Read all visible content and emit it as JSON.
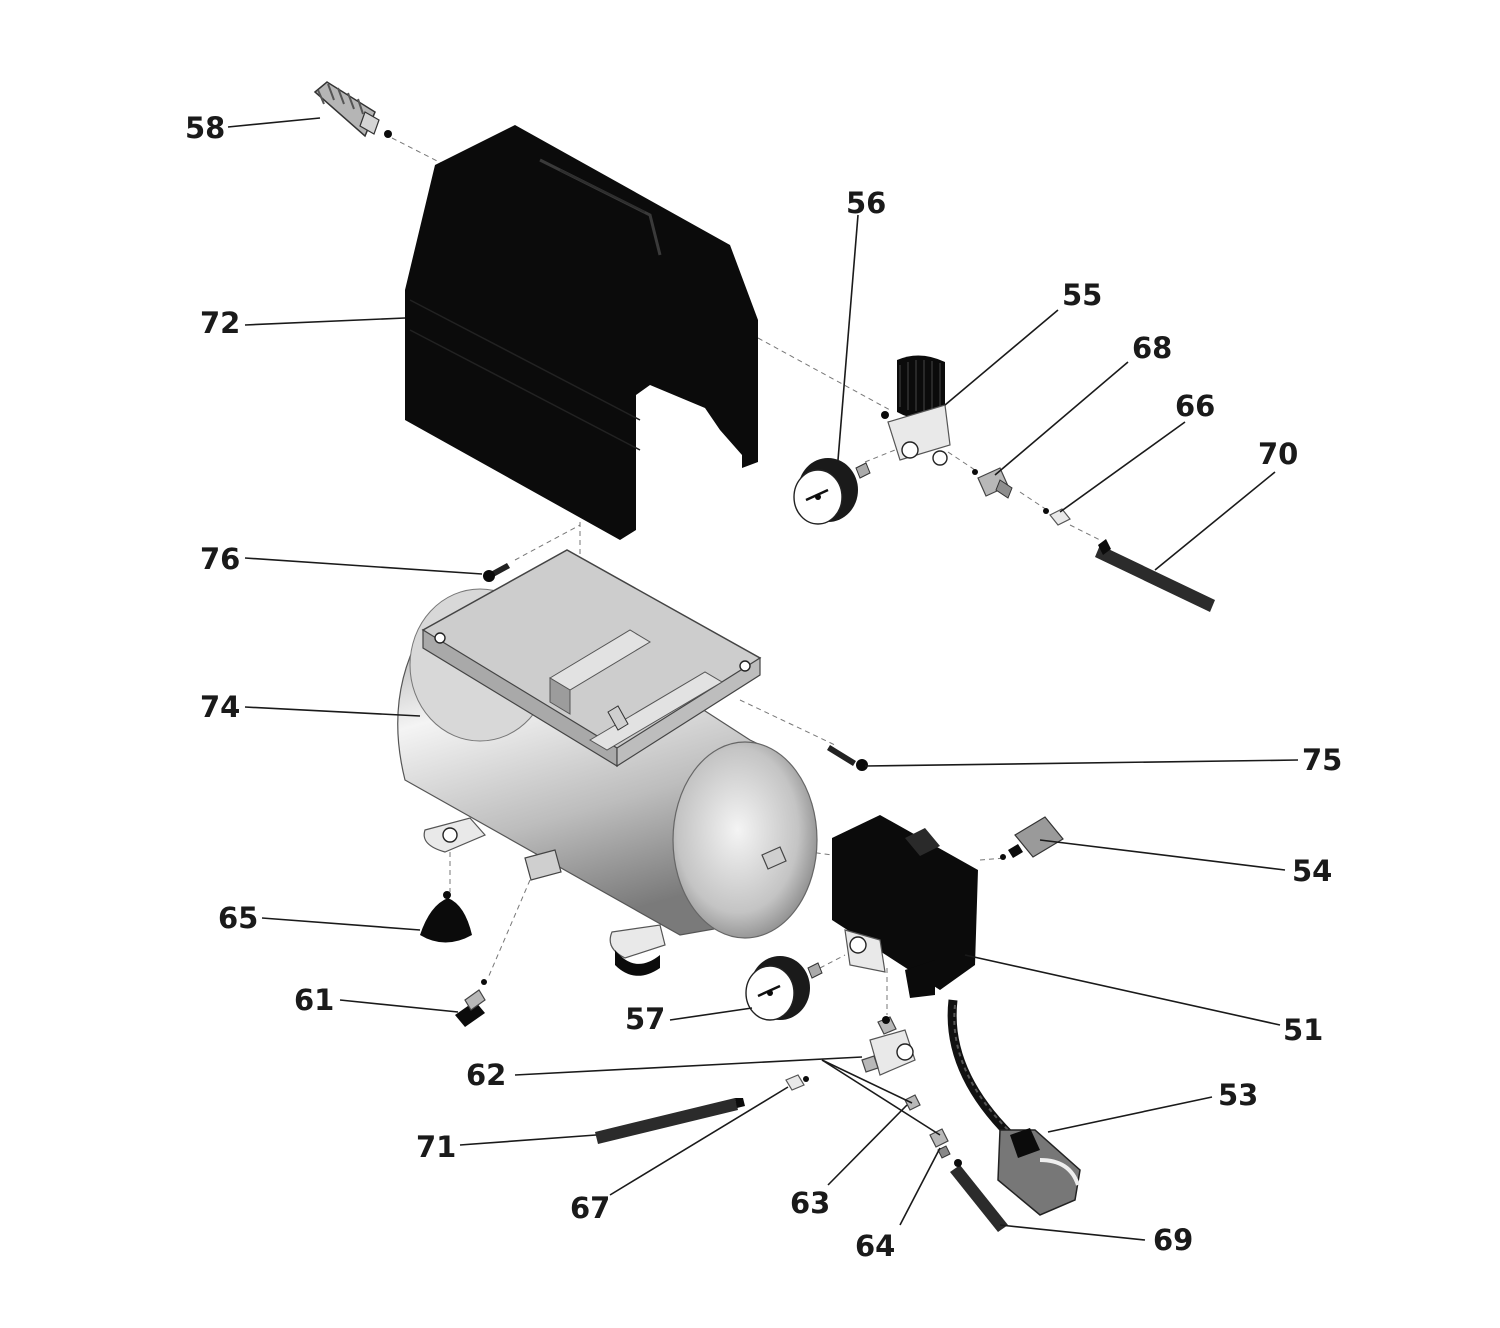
{
  "labels": {
    "n51": "51",
    "n53": "53",
    "n54": "54",
    "n55": "55",
    "n56": "56",
    "n57": "57",
    "n58": "58",
    "n61": "61",
    "n62": "62",
    "n63": "63",
    "n64": "64",
    "n65": "65",
    "n66": "66",
    "n67": "67",
    "n68": "68",
    "n69": "69",
    "n70": "70",
    "n71": "71",
    "n72": "72",
    "n74": "74",
    "n75": "75",
    "n76": "76"
  },
  "colors": {
    "ink": "#1a1a1a",
    "cover": "#0b0b0b",
    "tank_light": "#f2f2f2",
    "tank_dark": "#8a8a8a",
    "metal": "#b8b8b8"
  }
}
